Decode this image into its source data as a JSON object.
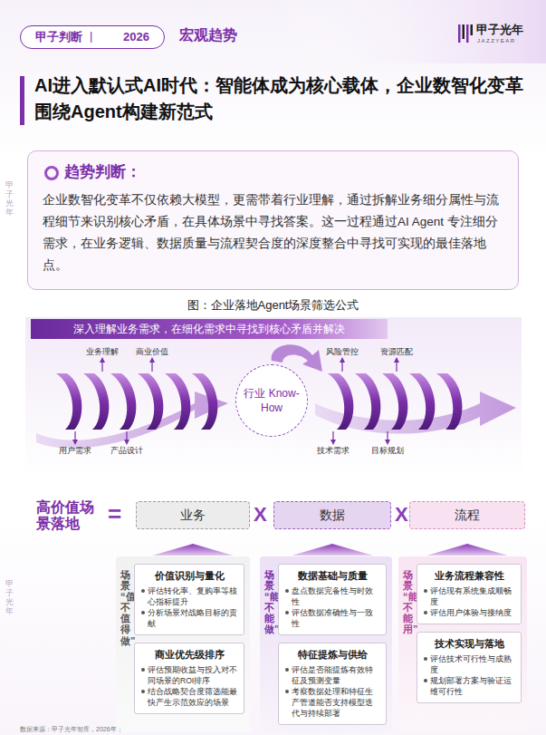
{
  "diagram": {
    "title": "AI进入默认式AI时代：智能体成为核心载体，企业数智化变革围绕Agent构建新范式",
    "caption": "图：企业落地Agent场景筛选公式",
    "nodes": [
      {
        "text": [
          "甲子判断",
          "2026"
        ]
      },
      {
        "text": [
          "趋势判断：",
          "企业数智化变革不仅依赖大模型，更需带着行业理解，通过拆解业务细分属性与流程细节来识别核心矛盾，在具体场景中寻找答案。这一过程通过AI Agent 专注细分需求，在业务逻辑、数据质量与流程契合度的深度整合中寻找可实现的最佳落地点。"
        ]
      },
      {
        "text": [
          "深入理解业务需求，在细化需求中寻找到核心矛盾并解决"
        ]
      },
      {
        "text": [
          "行业 Know-How"
        ]
      },
      {
        "text": [
          "业务"
        ]
      },
      {
        "text": [
          "数据"
        ]
      },
      {
        "text": [
          "流程"
        ]
      },
      {
        "text": [
          "场景“值不值得做”"
        ]
      },
      {
        "text": [
          "价值识别与量化",
          "评估转化率、复购率等核心指标提升",
          "分析场景对战略目标的贡献"
        ],
        "in": 7
      },
      {
        "text": [
          "商业优先级排序",
          "评估预期收益与投入对不同场景的ROI排序",
          "结合战略契合度筛选能最快产生示范效应的场景"
        ],
        "in": 7
      },
      {
        "text": [
          "场景“能不能做”"
        ]
      },
      {
        "text": [
          "数据基础与质量",
          "盘点数据完备性与时效性",
          "评估数据准确性与一致性"
        ],
        "in": 10
      },
      {
        "text": [
          "特征提炼与供给",
          "评估是否能提炼有效特征及预测变量",
          "考察数据处理和特征生产管道能否支持模型迭代与持续部署"
        ],
        "in": 10
      },
      {
        "text": [
          "场景“能不能用”"
        ]
      },
      {
        "text": [
          "业务流程兼容性",
          "评估现有系统集成顺畅度",
          "评估用户体验与接纳度"
        ],
        "in": 13
      },
      {
        "text": [
          "技术实现与落地",
          "评估技术可行性与成熟度",
          "规划部署方案与验证运维可行性"
        ],
        "in": 13
      }
    ],
    "labels": [
      "|",
      "宏观趋势",
      "甲子光年",
      "JAZZYEAR",
      "业务理解",
      "商业价值",
      "用户需求",
      "产品设计",
      "风险管控",
      "资源匹配",
      "技术需求",
      "目标规划",
      "高价值场景落地",
      "=",
      "X",
      "X",
      "数据来源：甲子光年智库，2026年；",
      "甲子光年",
      "甲子光年"
    ]
  }
}
